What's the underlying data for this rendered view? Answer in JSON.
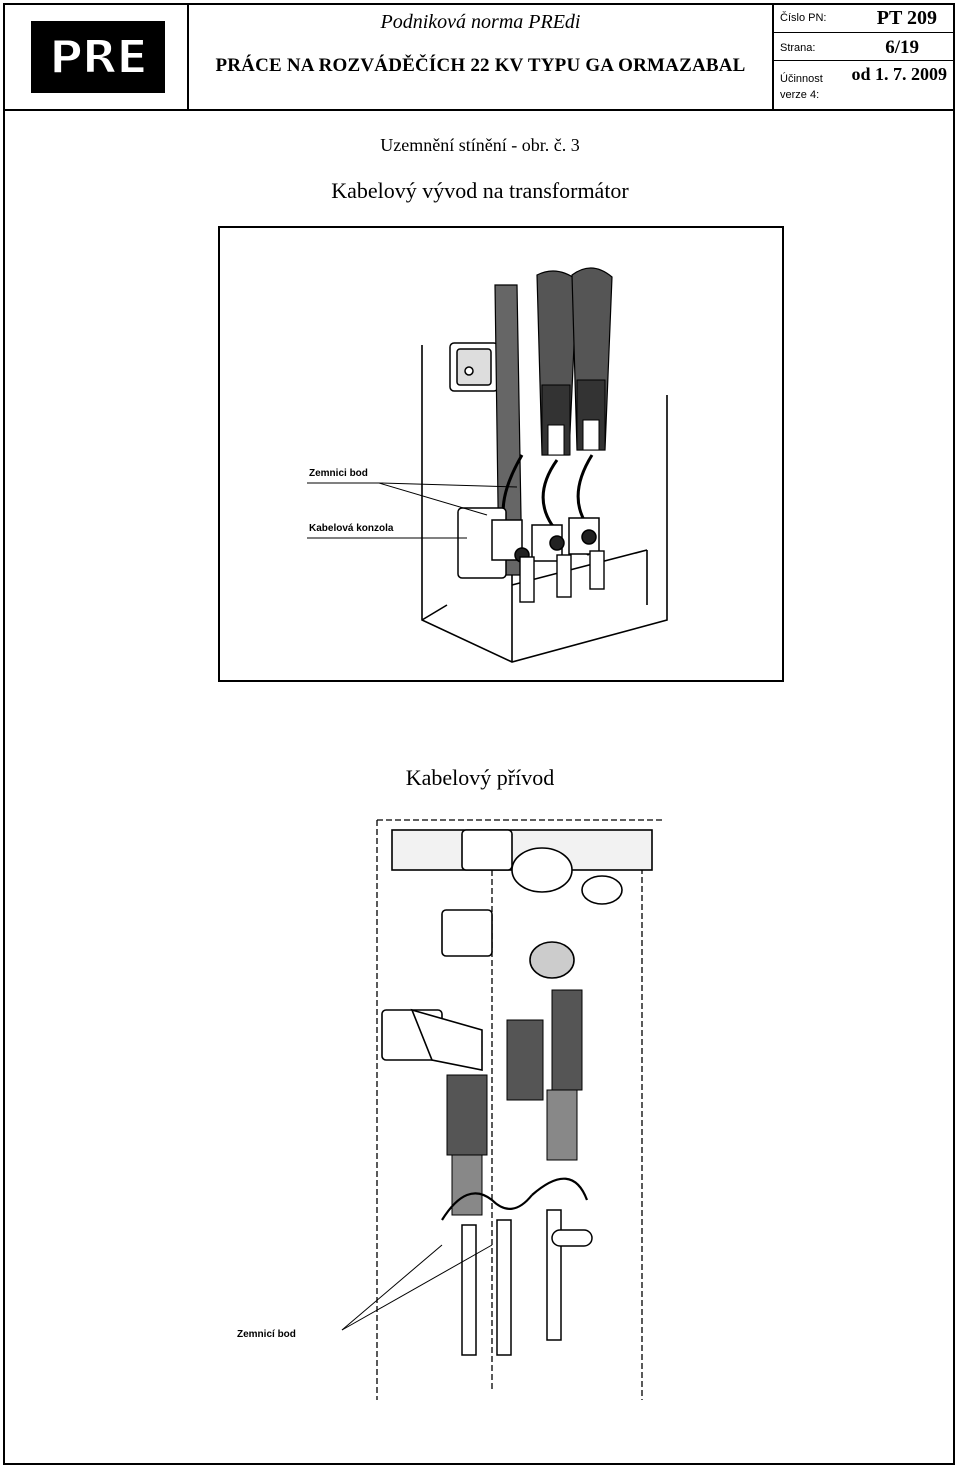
{
  "header": {
    "logo_text": "PRE",
    "norm_name": "Podniková norma PREdi",
    "document_title": "PRÁCE NA ROZVÁDĚČÍCH 22 KV TYPU GA ORMAZABAL",
    "cislo_pn_label": "Číslo PN:",
    "cislo_pn_value": "PT 209",
    "strana_label": "Strana:",
    "strana_value": "6/19",
    "ucinnost_label": "Účinnost",
    "verze_label": "verze 4:",
    "ucinnost_value": "od 1. 7. 2009"
  },
  "content": {
    "figure_reference": "Uzemnění stínění - obr. č. 3",
    "heading_outlet": "Kabelový vývod na transformátor",
    "heading_inlet": "Kabelový přívod"
  },
  "figure1": {
    "callout_ground": "Zemnici bod",
    "callout_bracket": "Kabelová konzola"
  },
  "figure2": {
    "callout_ground": "Zemnicí bod"
  }
}
